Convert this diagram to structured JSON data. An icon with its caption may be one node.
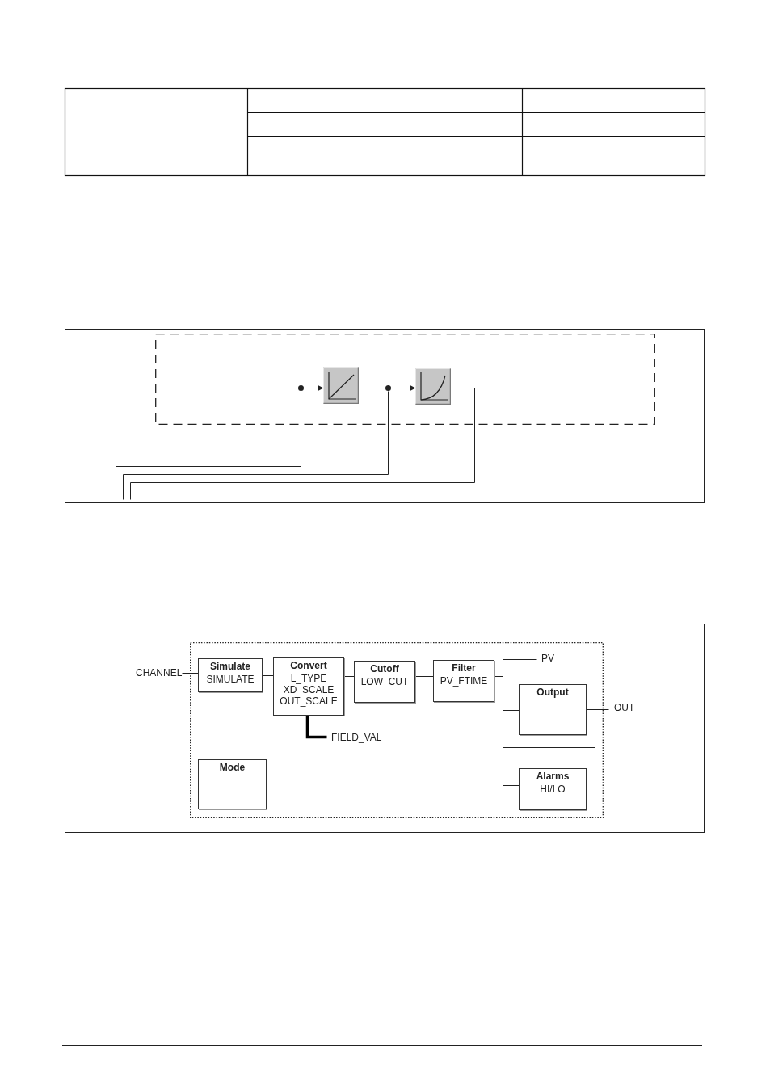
{
  "diagram": {
    "nodes": [
      {
        "text": [],
        "shape": "box"
      },
      {
        "text": [],
        "shape": "circle",
        "in": 0
      },
      {
        "text": [],
        "shape": "picture",
        "in": 0
      },
      {
        "text": [],
        "shape": "circle",
        "in": 0
      },
      {
        "text": [],
        "shape": "picture",
        "in": 0
      },
      {
        "text": [
          "CHANNEL"
        ]
      },
      {
        "text": [],
        "shape": "box"
      },
      {
        "text": [
          "Simulate",
          "SIMULATE"
        ],
        "in": 6
      },
      {
        "text": [
          "Convert",
          "L_TYPE",
          "XD_SCALE",
          "OUT_SCALE"
        ],
        "in": 6
      },
      {
        "text": [
          "Cutoff",
          "LOW_CUT"
        ],
        "in": 6
      },
      {
        "text": [
          "Filter",
          "PV_FTIME"
        ],
        "in": 6
      },
      {
        "text": [
          "PV"
        ],
        "in": 6
      },
      {
        "text": [
          "Output"
        ],
        "in": 6
      },
      {
        "text": [
          "OUT"
        ]
      },
      {
        "text": [
          "FIELD_VAL"
        ],
        "in": 6
      },
      {
        "text": [
          "Mode"
        ],
        "in": 6
      },
      {
        "text": [
          "Alarms",
          "HI/LO"
        ],
        "in": 6
      }
    ],
    "edges": [
      {
        "from": null,
        "to": 1,
        "arrow": "none"
      },
      {
        "from": 1,
        "to": 2,
        "arrow": "to"
      },
      {
        "from": 1,
        "to": null,
        "arrow": "none"
      },
      {
        "from": 2,
        "to": 3,
        "arrow": "none"
      },
      {
        "from": 3,
        "to": 4,
        "arrow": "to"
      },
      {
        "from": 3,
        "to": null,
        "arrow": "none"
      },
      {
        "from": 4,
        "to": null,
        "arrow": "none"
      },
      {
        "from": 5,
        "to": 7,
        "arrow": "none"
      },
      {
        "from": 7,
        "to": 8,
        "arrow": "none"
      },
      {
        "from": 8,
        "to": 9,
        "arrow": "none"
      },
      {
        "from": 9,
        "to": 10,
        "arrow": "none"
      },
      {
        "from": 10,
        "to": 11,
        "arrow": "none"
      },
      {
        "from": 10,
        "to": 12,
        "arrow": "none"
      },
      {
        "from": 8,
        "to": 14,
        "arrow": "none",
        "style": "thick"
      },
      {
        "from": 12,
        "to": 13,
        "arrow": "none"
      },
      {
        "from": 12,
        "to": 16,
        "arrow": "none"
      }
    ]
  }
}
